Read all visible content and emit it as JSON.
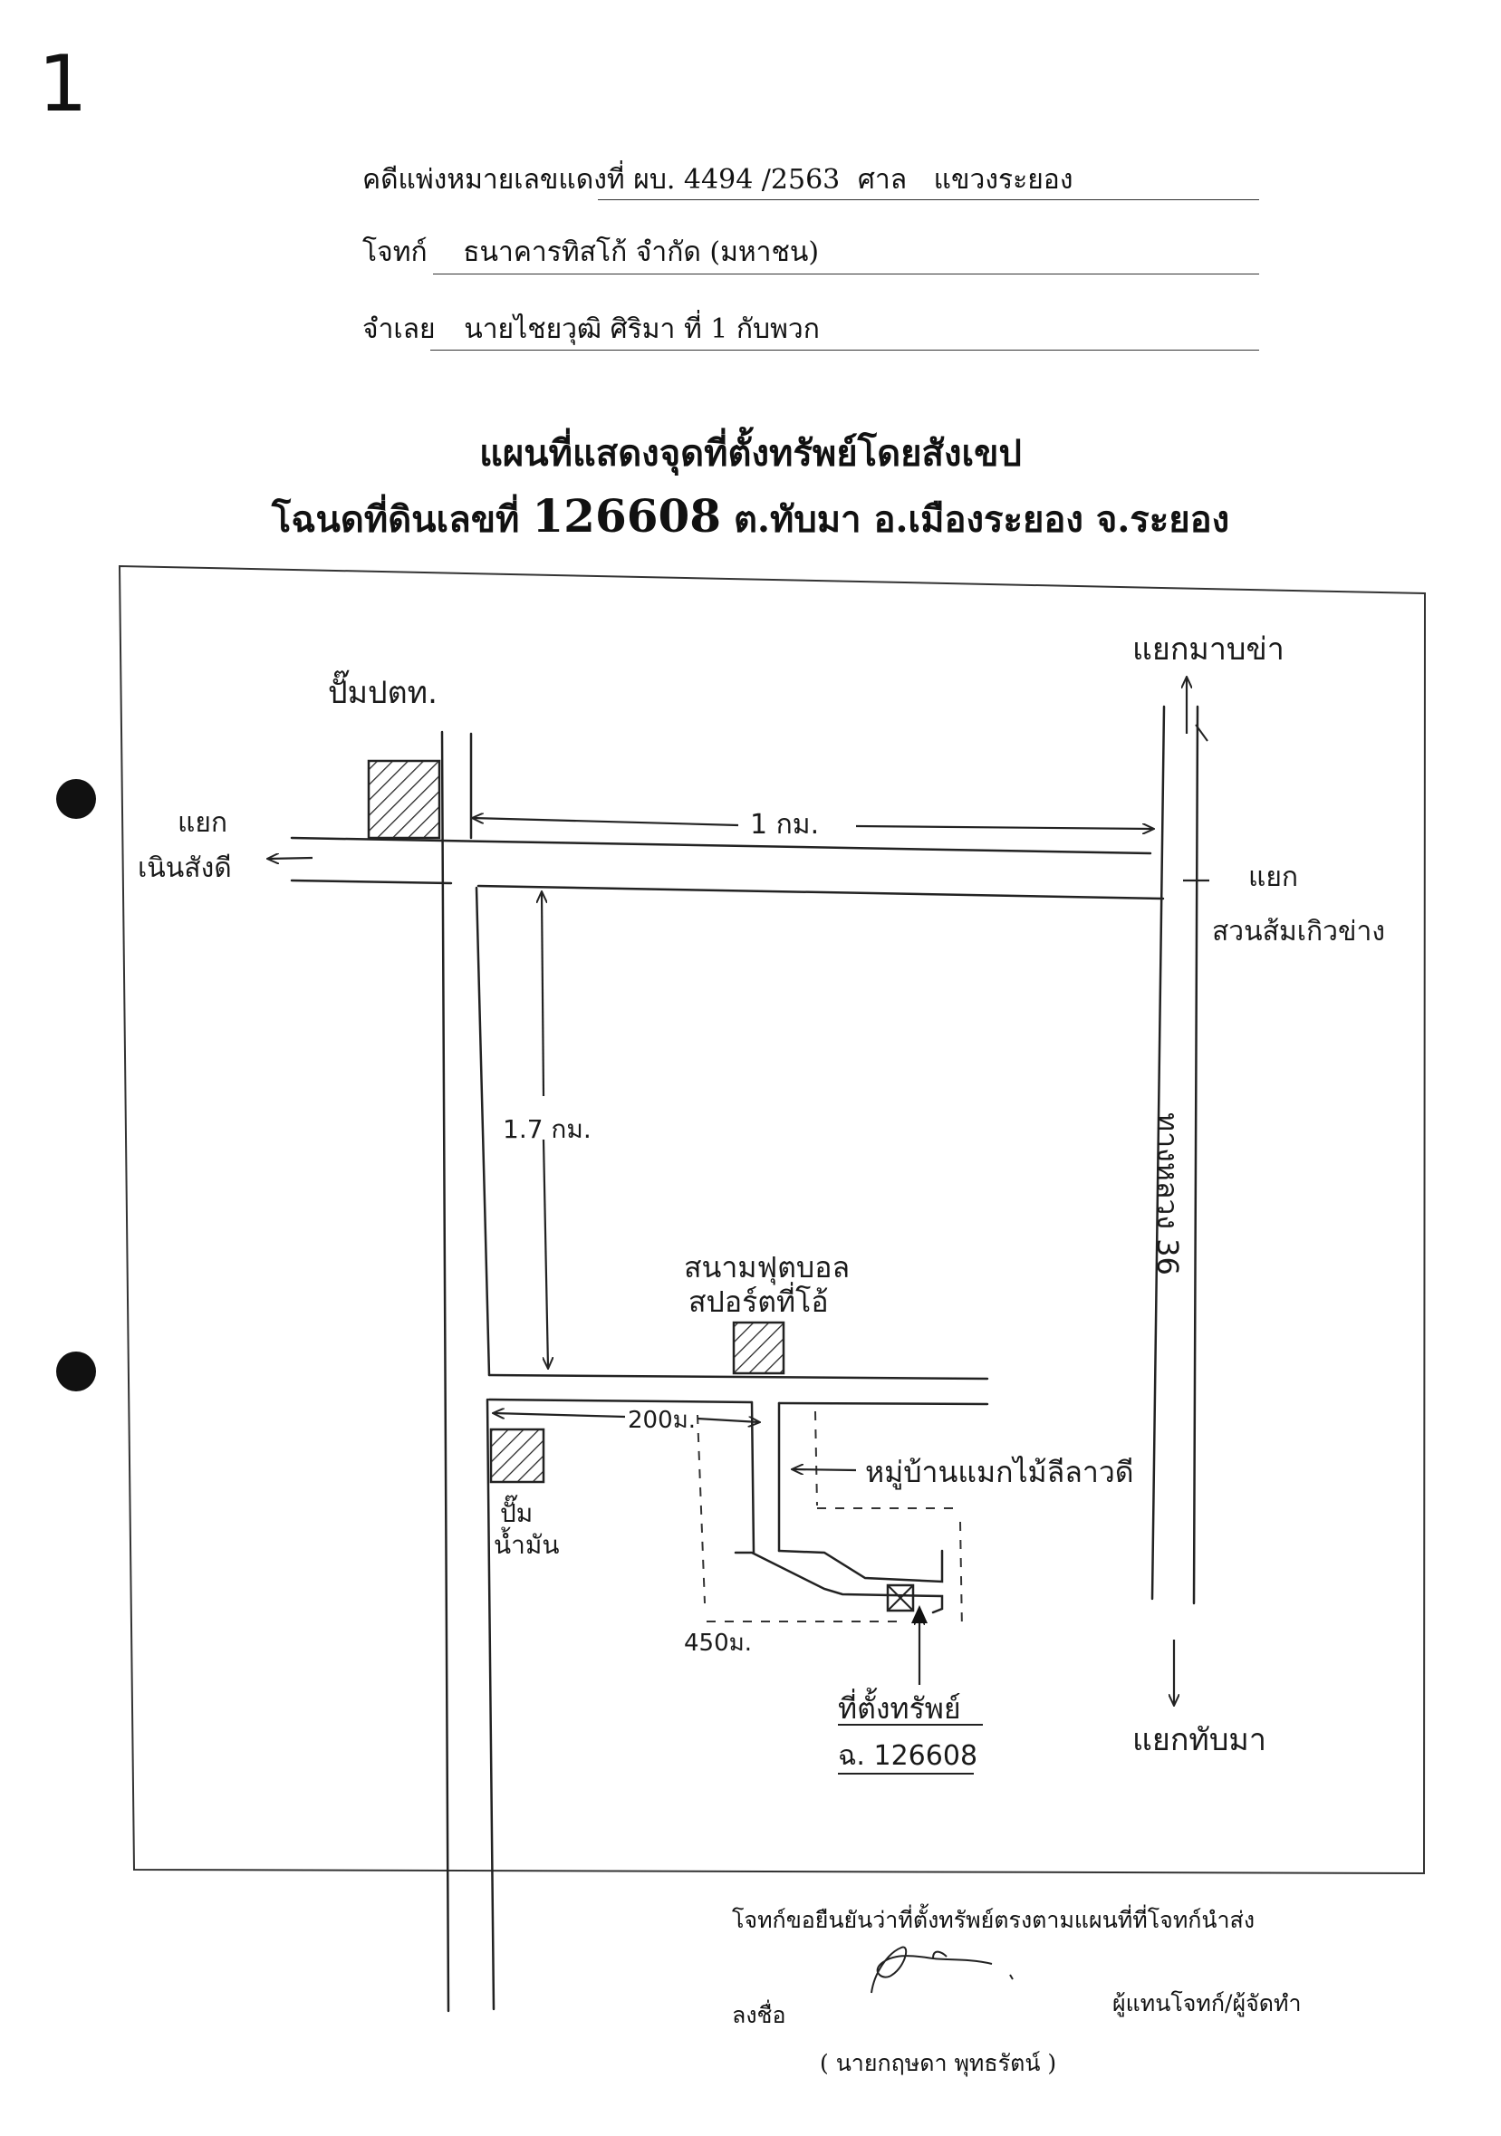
{
  "page_mark": "1",
  "header": {
    "case_label": "คดีแพ่งหมายเลขแดงที่",
    "case_number": "ผบ. 4494 /2563",
    "court_label": "ศาล",
    "court_name": "แขวงระยอง",
    "plaintiff_label": "โจทก์",
    "plaintiff_name": "ธนาคารทิสโก้ จำกัด (มหาชน)",
    "defendant_label": "จำเลย",
    "defendant_name": "นายไชยวุฒิ ศิริมา ที่ 1 กับพวก"
  },
  "title": {
    "line1": "แผนที่แสดงจุดที่ตั้งทรัพย์โดยสังเขป",
    "line2_prefix": "โฉนดที่ดินเลขที่",
    "deed_number": "126608",
    "line2_suffix": "ต.ทับมา อ.เมืองระยอง จ.ระยอง"
  },
  "map": {
    "label_gas_station": "ปั๊มปตท.",
    "label_left_junction_1": "แยก",
    "label_left_junction_2": "เนินสังดี",
    "label_top_junction": "แยกมาบข่า",
    "label_right_junction_1": "แยก",
    "label_right_junction_2": "สวนส้มเกิวข่าง",
    "label_bottom_junction": "แยกทับมา",
    "label_distance_1km": "1 กม.",
    "label_distance_17km": "1.7 กม.",
    "label_highway": "ทางหลวง 36",
    "label_stadium_1": "สนามฟุตบอล",
    "label_stadium_2": "สปอร์ตที่โอ้",
    "label_distance_200m": "200ม.",
    "label_oil_1": "ปั๊ม",
    "label_oil_2": "น้ำมัน",
    "label_village": "หมู่บ้านแมกไม้ลีลาวดี",
    "label_distance_450m": "450ม.",
    "label_property_1": "ที่ตั้งทรัพย์",
    "label_property_2": "ฉ. 126608"
  },
  "footer": {
    "confirm_text": "โจทก์ขอยืนยันว่าที่ตั้งทรัพย์ตรงตามแผนที่ที่โจทก์นำส่ง",
    "sign_label": "ลงชื่อ",
    "role_text": "ผู้แทนโจทก์/ผู้จัดทำ",
    "signer_name": "( นายกฤษดา พุทธรัตน์ )"
  }
}
